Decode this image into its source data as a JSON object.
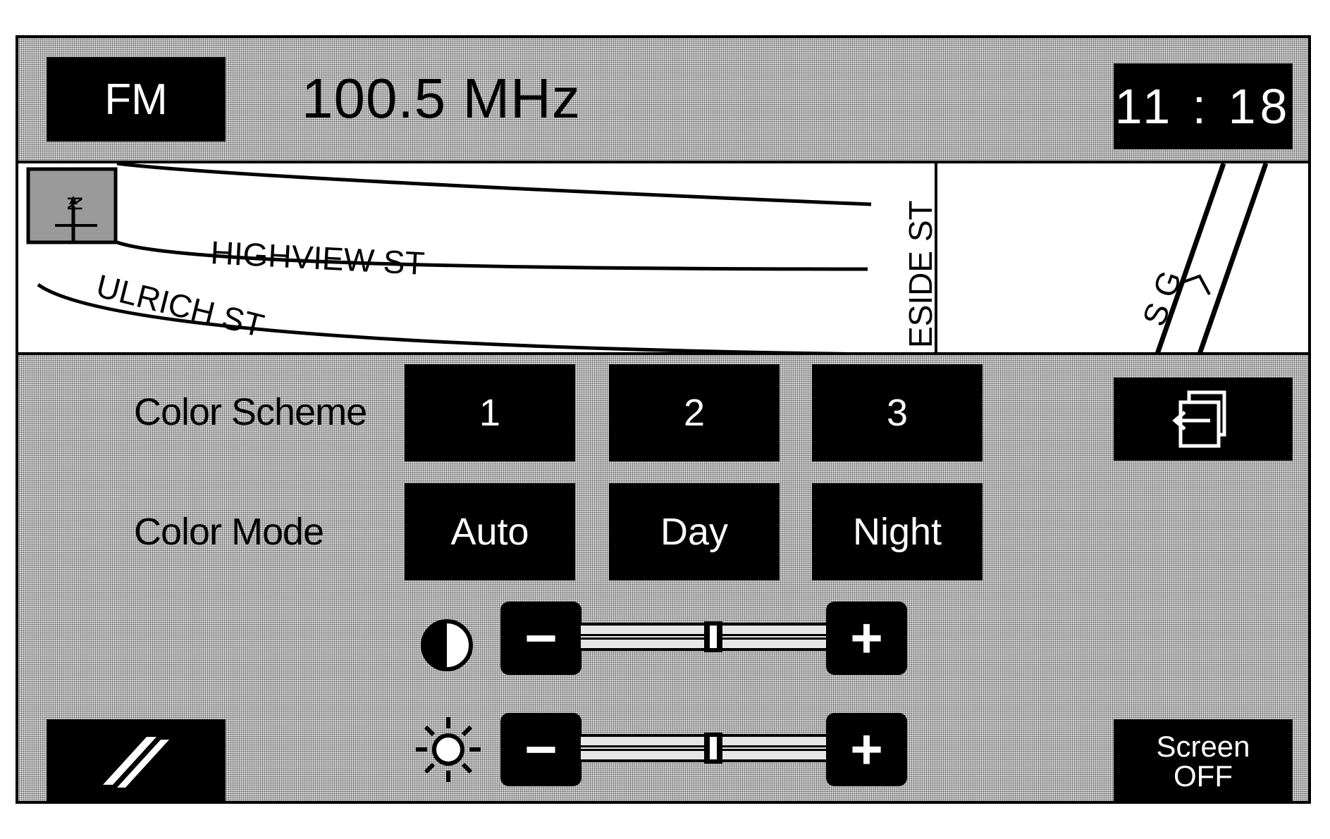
{
  "header": {
    "band": "FM",
    "frequency": "100.5 MHz",
    "clock": "11 : 18"
  },
  "map": {
    "compass_letter": "N",
    "streets": {
      "highview": "HIGHVIEW  ST",
      "ulrich": "ULRICH  ST",
      "eside": "ESIDE  ST",
      "sg": "S G"
    }
  },
  "settings": {
    "color_scheme_label": "Color Scheme",
    "color_scheme_options": [
      "1",
      "2",
      "3"
    ],
    "color_mode_label": "Color Mode",
    "color_mode_options": [
      "Auto",
      "Day",
      "Night"
    ],
    "contrast": {
      "minus": "−",
      "plus": "+",
      "level": 0.5
    },
    "brightness": {
      "minus": "−",
      "plus": "+",
      "level": 0.5
    }
  },
  "footer": {
    "screen_off": [
      "Screen",
      "OFF"
    ]
  },
  "icons": {
    "back": "back-arrow-icon",
    "map": "map-road-icon",
    "contrast": "contrast-icon",
    "brightness": "sun-icon"
  }
}
